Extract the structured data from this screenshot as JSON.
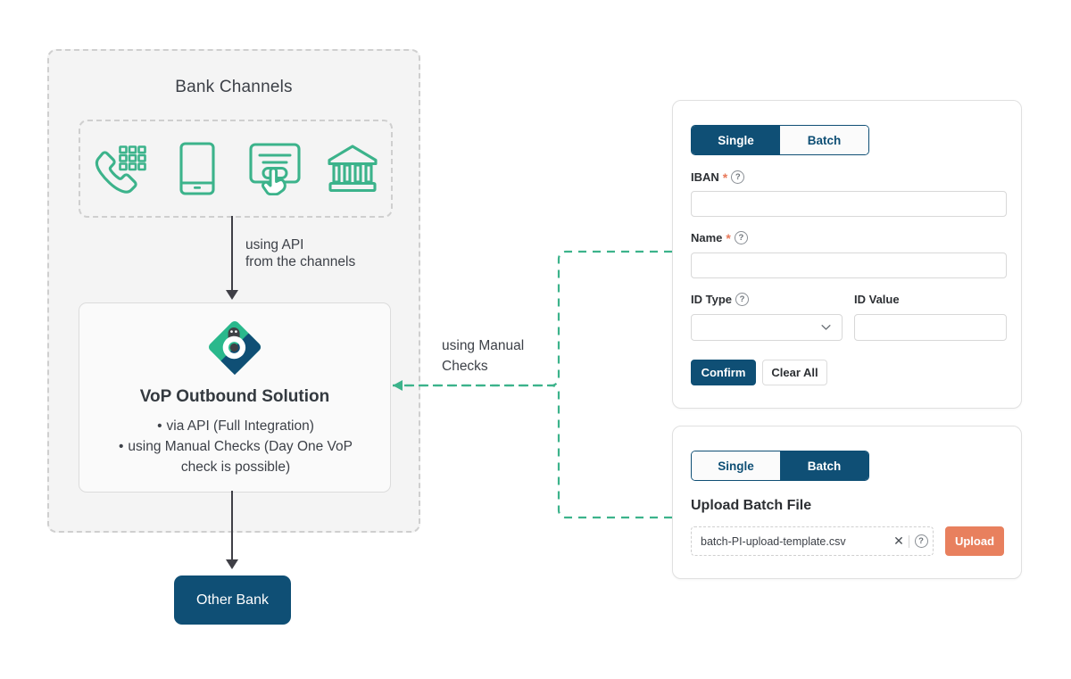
{
  "left_panel": {
    "title": "Bank Channels",
    "channels": [
      {
        "name": "phone-keypad-icon",
        "label": "Phone / Call Center"
      },
      {
        "name": "mobile-phone-icon",
        "label": "Mobile Banking"
      },
      {
        "name": "online-form-click-icon",
        "label": "Online Banking"
      },
      {
        "name": "bank-building-icon",
        "label": "Branch"
      }
    ],
    "api_arrow_label_line1": "using API",
    "api_arrow_label_line2": "from the channels",
    "vop": {
      "title": "VoP Outbound Solution",
      "bullets": [
        "via API (Full Integration)",
        "using Manual Checks (Day One VoP",
        "check is possible)"
      ],
      "logo_name": "vop-brand-logo"
    },
    "other_bank_label": "Other Bank",
    "manual_checks_label_line1": "using Manual",
    "manual_checks_label_line2": "Checks"
  },
  "single_card": {
    "tabs": [
      {
        "label": "Single",
        "active": true
      },
      {
        "label": "Batch",
        "active": false
      }
    ],
    "fields": {
      "iban": {
        "label": "IBAN",
        "required": "*",
        "help": "?",
        "value": "",
        "placeholder": ""
      },
      "name": {
        "label": "Name",
        "required": "*",
        "help": "?",
        "value": "",
        "placeholder": ""
      },
      "id_type": {
        "label": "ID Type",
        "help": "?",
        "value": "",
        "placeholder": ""
      },
      "id_value": {
        "label": "ID Value",
        "value": "",
        "placeholder": ""
      }
    },
    "confirm_label": "Confirm",
    "clear_label": "Clear All"
  },
  "batch_card": {
    "tabs": [
      {
        "label": "Single",
        "active": false
      },
      {
        "label": "Batch",
        "active": true
      }
    ],
    "title": "Upload Batch File",
    "file_name": "batch-PI-upload-template.csv",
    "clear_icon": "✕",
    "help_icon": "?",
    "upload_label": "Upload"
  },
  "colors": {
    "navy": "#0f4f75",
    "teal": "#3cb38b",
    "orange": "#e8805e",
    "dashed_gray": "#cfcfcf",
    "panel_bg": "#f4f4f4",
    "text": "#3d4148"
  }
}
